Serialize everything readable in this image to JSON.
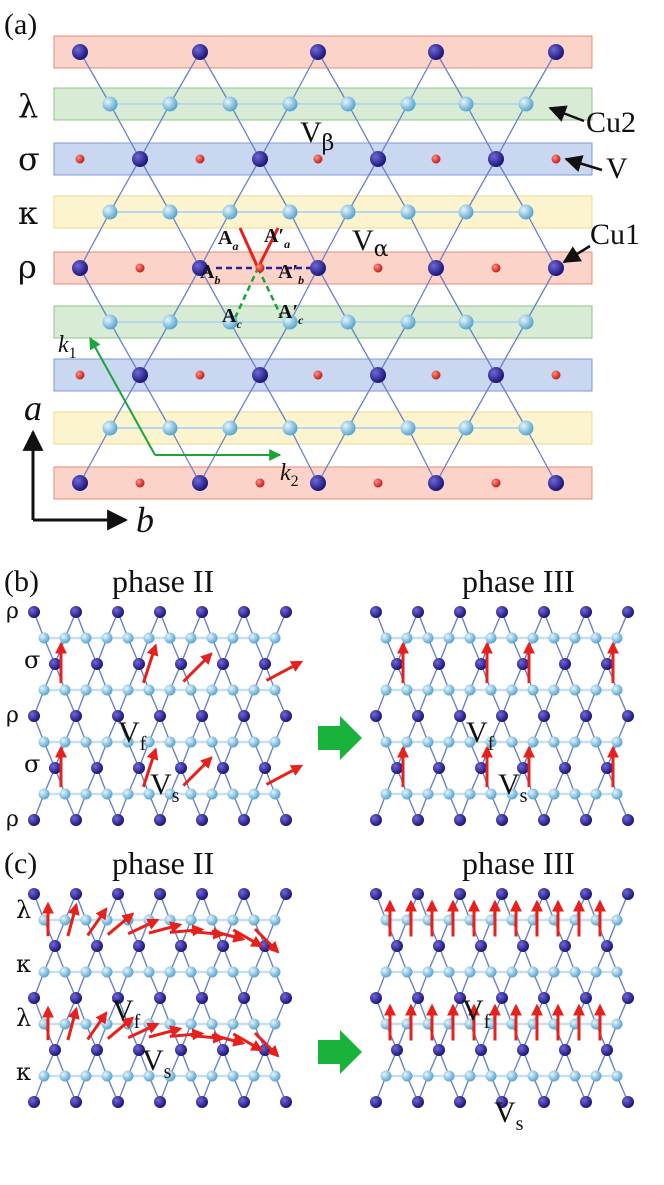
{
  "panels": {
    "a": {
      "tag": "(a)",
      "row_labels": {
        "lambda": "λ",
        "sigma": "σ",
        "kappa": "κ",
        "rho": "ρ"
      },
      "site_labels": {
        "cu2": "Cu2",
        "v": "V",
        "cu1": "Cu1"
      },
      "v_alpha": {
        "v": "V",
        "sub": "α"
      },
      "v_beta": {
        "v": "V",
        "sub": "β"
      },
      "axes": {
        "a": "a",
        "b": "b"
      },
      "k_vectors": {
        "k": "k",
        "k1_sub": "1",
        "k2_sub": "2"
      },
      "bonds": {
        "A": "A",
        "A_prime": "A′",
        "sub_a": "a",
        "sub_b": "b",
        "sub_c": "c"
      }
    },
    "b": {
      "tag": "(b)",
      "phase_left": "phase II",
      "phase_right": "phase III",
      "row_labels": {
        "rho": "ρ",
        "sigma": "σ"
      },
      "vf": {
        "v": "V",
        "sub": "f"
      },
      "vs": {
        "v": "V",
        "sub": "s"
      }
    },
    "c": {
      "tag": "(c)",
      "phase_left": "phase II",
      "phase_right": "phase III",
      "row_labels": {
        "lambda": "λ",
        "kappa": "κ"
      },
      "vf": {
        "v": "V",
        "sub": "f"
      },
      "vs": {
        "v": "V",
        "sub": "s"
      }
    }
  },
  "colors": {
    "band_rho": "#fbd3c8",
    "band_lambda": "#d8ecd5",
    "band_sigma": "#c9d7f0",
    "band_kappa": "#fbf4cf",
    "cu1_atom": "#2a2196",
    "cu2_atom": "#8ec8e6",
    "v_atom": "#e0392f",
    "bond_line": "#6a82c4",
    "spin_arrow": "#e8201c",
    "transition_arrow": "#19b33c",
    "k_arrow": "#1aa43a"
  }
}
